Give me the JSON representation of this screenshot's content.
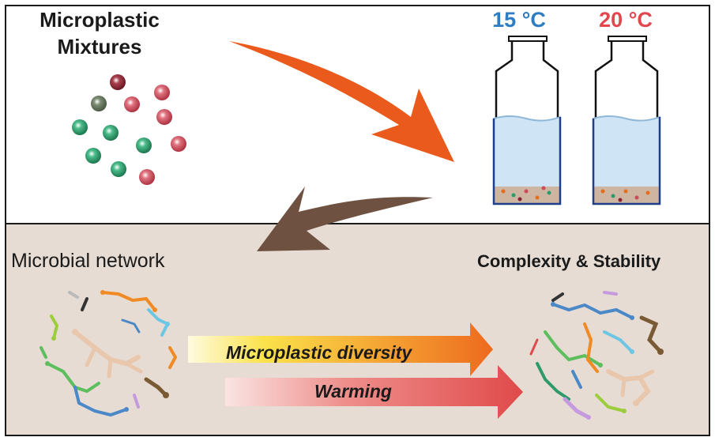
{
  "title": {
    "line1": "Microplastic",
    "line2": "Mixtures"
  },
  "temperatures": {
    "low": "15 °C",
    "high": "20 °C"
  },
  "network": {
    "left_label": "Microbial network",
    "right_label": "Complexity & Stability"
  },
  "factors": {
    "diversity": "Microplastic diversity",
    "warming": "Warming"
  },
  "colors": {
    "orange_arrow": "#ea5a1c",
    "brown_arrow": "#6e5140",
    "bottom_background": "#e7dcd3",
    "water": "#cfe4f5",
    "sediment": "#cdb5a2",
    "temp_low": "#2e7dc2",
    "temp_high": "#e2474d",
    "bead_green": "#2e9a6b",
    "bead_red": "#c94d59",
    "bead_maroon": "#8a2432"
  }
}
